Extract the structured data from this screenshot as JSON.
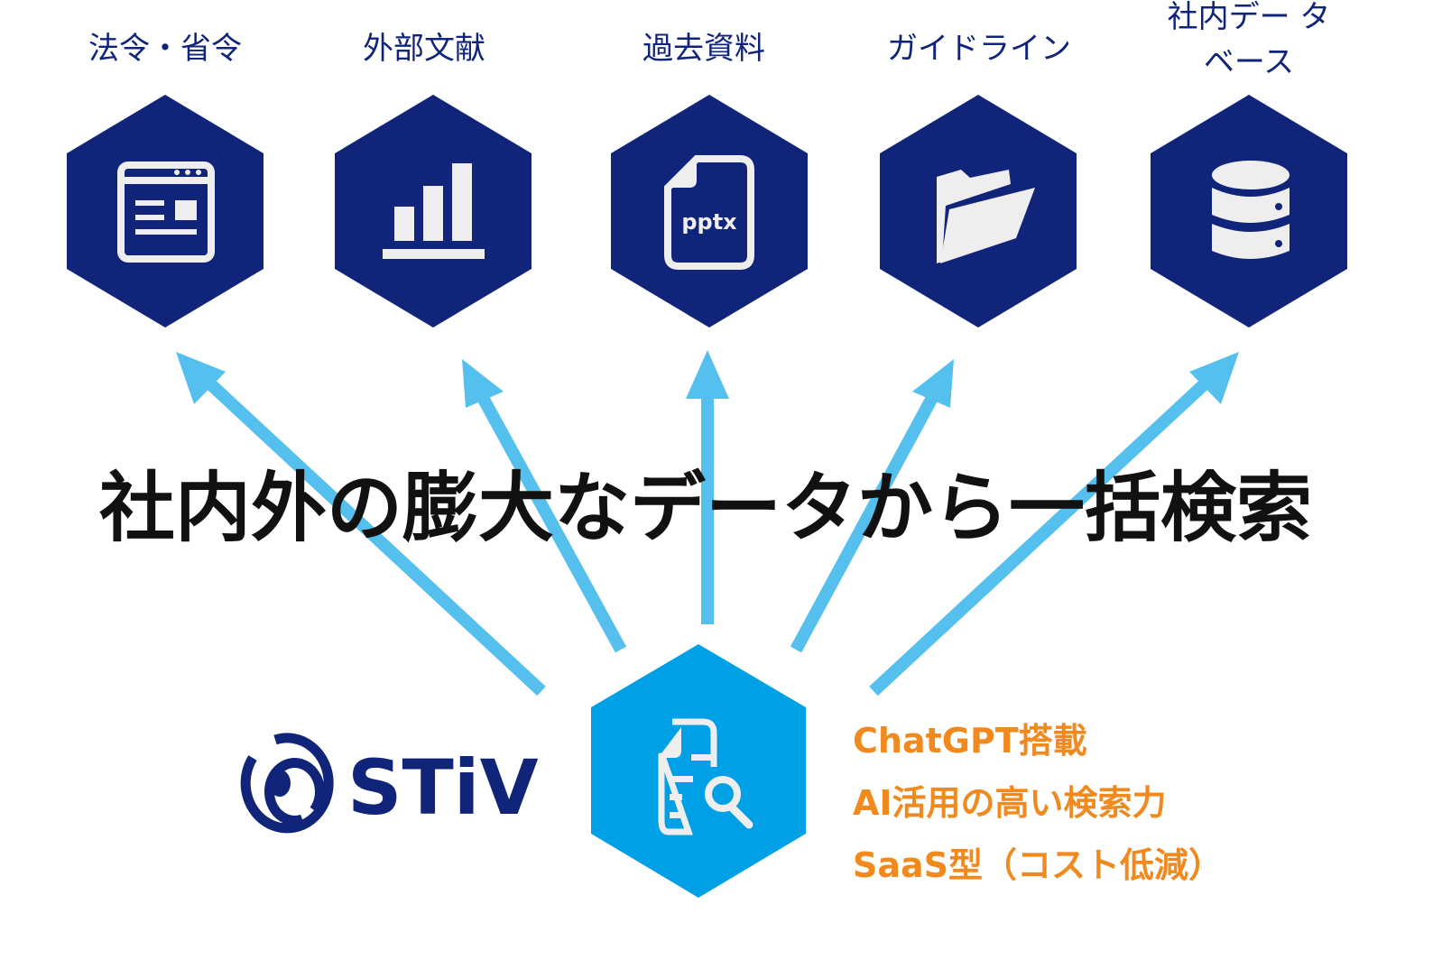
{
  "sources": [
    {
      "label": "法令・省令",
      "icon": "browser-window-icon"
    },
    {
      "label": "外部文献",
      "icon": "bar-chart-icon"
    },
    {
      "label": "過去資料",
      "icon": "pptx-file-icon",
      "file_ext": "pptx"
    },
    {
      "label": "ガイドライン",
      "icon": "folder-icon"
    },
    {
      "label_line1": "社内デー タ",
      "label_line2": "ベース",
      "icon": "database-icon"
    }
  ],
  "headline": "社内外の膨大なデータから一括検索",
  "logo": {
    "text": "STiV"
  },
  "features": [
    "ChatGPT搭載",
    "AI活用の高い検索力",
    "SaaS型（コスト低減）"
  ],
  "colors": {
    "navy": "#10247a",
    "arrow": "#55c0ee",
    "center": "#00a0e6",
    "accent": "#f08a1e"
  }
}
